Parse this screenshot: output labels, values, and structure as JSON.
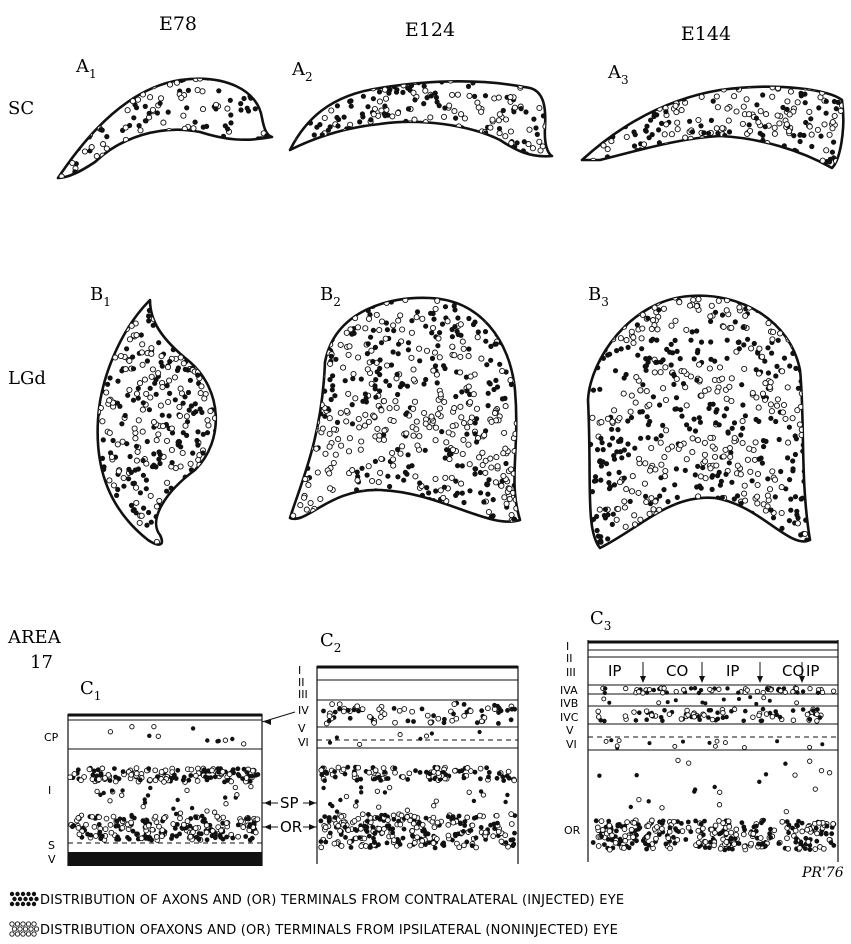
{
  "columns": [
    "E78",
    "E124",
    "E144"
  ],
  "rows": {
    "sc": "SC",
    "lgd": "LGd",
    "area_line1": "AREA",
    "area_line2": "17"
  },
  "panels": {
    "a1": {
      "letter": "A",
      "sub": "1"
    },
    "a2": {
      "letter": "A",
      "sub": "2"
    },
    "a3": {
      "letter": "A",
      "sub": "3"
    },
    "b1": {
      "letter": "B",
      "sub": "1"
    },
    "b2": {
      "letter": "B",
      "sub": "2"
    },
    "b3": {
      "letter": "B",
      "sub": "3"
    },
    "c1": {
      "letter": "C",
      "sub": "1"
    },
    "c2": {
      "letter": "C",
      "sub": "2"
    },
    "c3": {
      "letter": "C",
      "sub": "3"
    }
  },
  "c1_layers": [
    "CP",
    "I",
    "S",
    "V"
  ],
  "c2_layers": [
    "I",
    "II",
    "III",
    "IV",
    "V",
    "VI"
  ],
  "c3_layers": [
    "I",
    "II",
    "III",
    "IVA",
    "IVB",
    "IVC",
    "V",
    "VI",
    "OR"
  ],
  "markers": {
    "sp": "SP",
    "or": "OR"
  },
  "c3_columns": [
    "IP",
    "CO",
    "IP",
    "CO",
    "IP"
  ],
  "signature": "PR'76",
  "legend": {
    "contralateral": "DISTRIBUTION OF AXONS AND (OR) TERMINALS FROM CONTRALATERAL (INJECTED) EYE",
    "ipsilateral": "DISTRIBUTION OFAXONS AND (OR) TERMINALS FROM IPSILATERAL (NONINJECTED) EYE"
  },
  "colors": {
    "ink": "#111111",
    "paper": "#ffffff"
  }
}
